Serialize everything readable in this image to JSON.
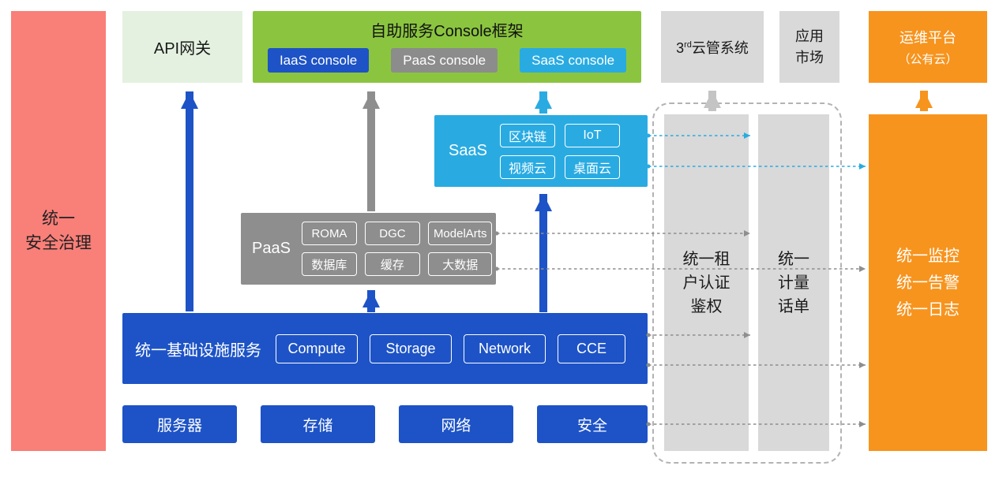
{
  "colors": {
    "blue": "#1D53C6",
    "gray": "#8E8E8E",
    "light_gray": "#D9D9D9",
    "cyan": "#29ABE2",
    "green": "#8BC540",
    "light_green": "#E4F1E0",
    "orange": "#F7941E",
    "red": "#F97F79"
  },
  "security_bar": {
    "label": "统一\n安全治理"
  },
  "api_gateway": {
    "label": "API网关"
  },
  "console_framework": {
    "title": "自助服务Console框架",
    "consoles": [
      {
        "label": "IaaS console"
      },
      {
        "label": "PaaS console"
      },
      {
        "label": "SaaS console"
      }
    ]
  },
  "third_party_cloud": {
    "prefix": "3",
    "sup": "rd",
    "suffix": "云管系统"
  },
  "app_market": {
    "label": "应用\n市场"
  },
  "ops_platform": {
    "title": "运维平台",
    "subtitle": "（公有云）"
  },
  "saas": {
    "label": "SaaS",
    "items": [
      "区块链",
      "IoT",
      "视频云",
      "桌面云"
    ]
  },
  "paas": {
    "label": "PaaS",
    "items": [
      "ROMA",
      "DGC",
      "ModelArts",
      "数据库",
      "缓存",
      "大数据"
    ]
  },
  "infrastructure": {
    "label": "统一基础设施服务",
    "items": [
      "Compute",
      "Storage",
      "Network",
      "CCE"
    ]
  },
  "hardware": {
    "items": [
      "服务器",
      "存储",
      "网络",
      "安全"
    ]
  },
  "auth_bar": {
    "label": "统一租\n户认证\n鉴权"
  },
  "metering_bar": {
    "label": "统一\n计量\n话单"
  },
  "monitoring": {
    "label": "统一监控\n统一告警\n统一日志"
  }
}
